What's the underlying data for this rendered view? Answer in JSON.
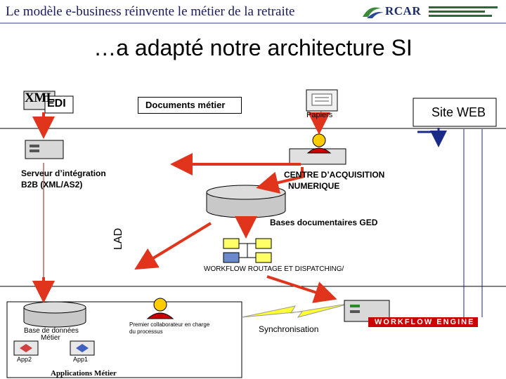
{
  "header": {
    "title": "Le modèle e-business réinvente le métier de la retraite",
    "logo_text": "RCAR"
  },
  "slide_title": "…a adapté notre architecture SI",
  "nodes": {
    "xml_label": "XML",
    "edi_label": "EDI",
    "documents": "Documents métier",
    "papiers": "Papiers",
    "site_web": "Site WEB",
    "serveur_line1": "Serveur d’intégration",
    "serveur_line2": "B2B (XML/AS2)",
    "centre_line1": "CENTRE D’ACQUISITION",
    "centre_line2": "NUMERIQUE",
    "ged": "Bases documentaires GED",
    "lad": "LAD",
    "workflow": "WORKFLOW ROUTAGE ET DISPATCHING/",
    "base_line1": "Base de données",
    "base_line2": "Métier",
    "app2": "App2",
    "app1": "App1",
    "applications": "Applications Métier",
    "collab_line1": "Premier collaborateur en charge",
    "collab_line2": "du processus",
    "synchronisation": "Synchronisation",
    "workflow_engine": "WORKFLOW ENGINE"
  },
  "colors": {
    "arrow_red": "#e0341c",
    "arrow_outline": "#8b1a10",
    "cylinder": "#c8c8c8",
    "engine_red": "#cc0000",
    "lightning": "#ffff33",
    "person_head": "#ffcc00",
    "person_body": "#cc0000"
  }
}
